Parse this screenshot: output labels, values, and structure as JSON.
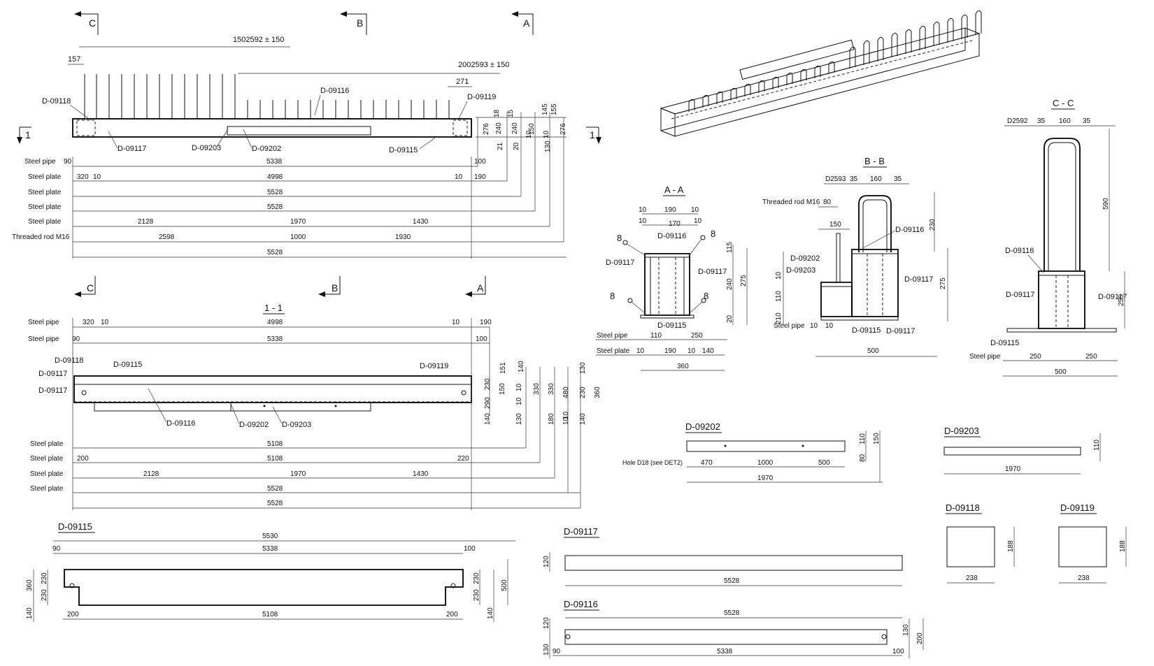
{
  "section_marks": {
    "c": "C",
    "b": "B",
    "a": "A",
    "one": "1"
  },
  "elevation": {
    "dim_top_main": "1502592 ± 150",
    "dim_top_right": "2002593 ± 150",
    "dim_left_157": "157",
    "dim_right_271": "271",
    "labels": [
      "D-09118",
      "D-09116",
      "D-09119",
      "D-09117",
      "D-09203",
      "D-09202",
      "D-09115"
    ],
    "rows": [
      {
        "label": "Steel pipe",
        "values": [
          "90",
          "5338",
          "100"
        ]
      },
      {
        "label": "Steel plate",
        "values": [
          "320",
          "10",
          "4998",
          "10",
          "190"
        ]
      },
      {
        "label": "Steel plate",
        "values": [
          "5528"
        ]
      },
      {
        "label": "Steel plate",
        "values": [
          "5528"
        ]
      },
      {
        "label": "Steel plate",
        "values": [
          "2128",
          "1970",
          "1430"
        ]
      },
      {
        "label": "Threaded rod M16",
        "values": [
          "2598",
          "1000",
          "1930"
        ]
      },
      {
        "label": "",
        "values": [
          "5528"
        ]
      }
    ],
    "vdims": [
      "18",
      "15",
      "145",
      "155",
      "276",
      "240",
      "240",
      "150",
      "10",
      "10",
      "276",
      "21",
      "20",
      "130"
    ]
  },
  "plan": {
    "title": "1 - 1",
    "rows_top": [
      {
        "label": "Steel pipe",
        "values": [
          "320",
          "10",
          "4998",
          "10",
          "190"
        ]
      },
      {
        "label": "Steel pipe",
        "values": [
          "90",
          "5338",
          "100"
        ]
      }
    ],
    "labels": [
      "D-09118",
      "D-09115",
      "D-09117",
      "D-09117",
      "D-09119",
      "D-09116",
      "D-09202",
      "D-09203"
    ],
    "rows_bottom": [
      {
        "label": "Steel plate",
        "values": [
          "5108"
        ]
      },
      {
        "label": "Steel plate",
        "values": [
          "200",
          "5108",
          "220"
        ]
      },
      {
        "label": "Steel plate",
        "values": [
          "2128",
          "1970",
          "1430"
        ]
      },
      {
        "label": "Steel plate",
        "values": [
          "5528"
        ]
      },
      {
        "label": "",
        "values": [
          "5528"
        ]
      }
    ],
    "vdims": [
      "151",
      "140",
      "230",
      "150",
      "10",
      "330",
      "330",
      "480",
      "130",
      "230",
      "360",
      "290",
      "10",
      "10",
      "130",
      "180",
      "10",
      "140",
      "140"
    ]
  },
  "section_aa": {
    "title": "A - A",
    "top_dims": [
      "10",
      "190",
      "10",
      "10",
      "170",
      "10"
    ],
    "labels": [
      "D-09116",
      "D-09117",
      "D-09117",
      "D-09115"
    ],
    "welds": [
      "8",
      "8",
      "8",
      "8"
    ],
    "vdims": [
      "115",
      "240",
      "275",
      "20"
    ],
    "rows": [
      {
        "label": "Steel pipe",
        "values": [
          "110",
          "250"
        ]
      },
      {
        "label": "Steel plate",
        "values": [
          "10",
          "190",
          "10",
          "140"
        ]
      },
      {
        "label": "",
        "values": [
          "360"
        ]
      }
    ]
  },
  "section_bb": {
    "title": "B - B",
    "top_dims": [
      "D2593",
      "35",
      "160",
      "35"
    ],
    "rod_label": "Threaded rod M16",
    "rod_dim": "80",
    "dim_150": "150",
    "labels": [
      "D-09116",
      "D-09202",
      "D-09203",
      "D-09117",
      "D-09115",
      "D-09117"
    ],
    "vdims": [
      "230",
      "10",
      "110",
      "210",
      "275"
    ],
    "bottom_row": {
      "label": "Steel pipe",
      "values": [
        "10",
        "10"
      ]
    },
    "total": "500"
  },
  "section_cc": {
    "title": "C - C",
    "top_dims": [
      "D2592",
      "35",
      "160",
      "35"
    ],
    "vdims": [
      "590",
      "255"
    ],
    "labels": [
      "D-09116",
      "D-09117",
      "D-09117",
      "D-09115"
    ],
    "bottom_row": {
      "label": "Steel pipe",
      "values": [
        "250",
        "250"
      ]
    },
    "total": "500"
  },
  "parts": {
    "d09202": {
      "title": "D-09202",
      "hole_label": "Hole D18 (see DET2)",
      "dims": [
        "470",
        "1000",
        "500"
      ],
      "total": "1970",
      "vdims": [
        "110",
        "150",
        "80"
      ]
    },
    "d09203": {
      "title": "D-09203",
      "length": "1970",
      "height": "110"
    },
    "d09118": {
      "title": "D-09118",
      "w": "238",
      "h": "188"
    },
    "d09119": {
      "title": "D-09119",
      "w": "238",
      "h": "188"
    },
    "d09115": {
      "title": "D-09115",
      "top_total": "5530",
      "top_dims": [
        "90",
        "5338",
        "100"
      ],
      "bottom_dims": [
        "200",
        "5108",
        "200"
      ],
      "vdims_left": [
        "360",
        "230",
        "230",
        "140"
      ],
      "vdims_right": [
        "230",
        "230",
        "500",
        "140"
      ]
    },
    "d09117": {
      "title": "D-09117",
      "length": "5528",
      "height": "120"
    },
    "d09116": {
      "title": "D-09116",
      "top_total": "5528",
      "dims": [
        "90",
        "5338",
        "100"
      ],
      "vdims_left": [
        "120",
        "130"
      ],
      "vdims_right": [
        "130",
        "200"
      ]
    }
  }
}
